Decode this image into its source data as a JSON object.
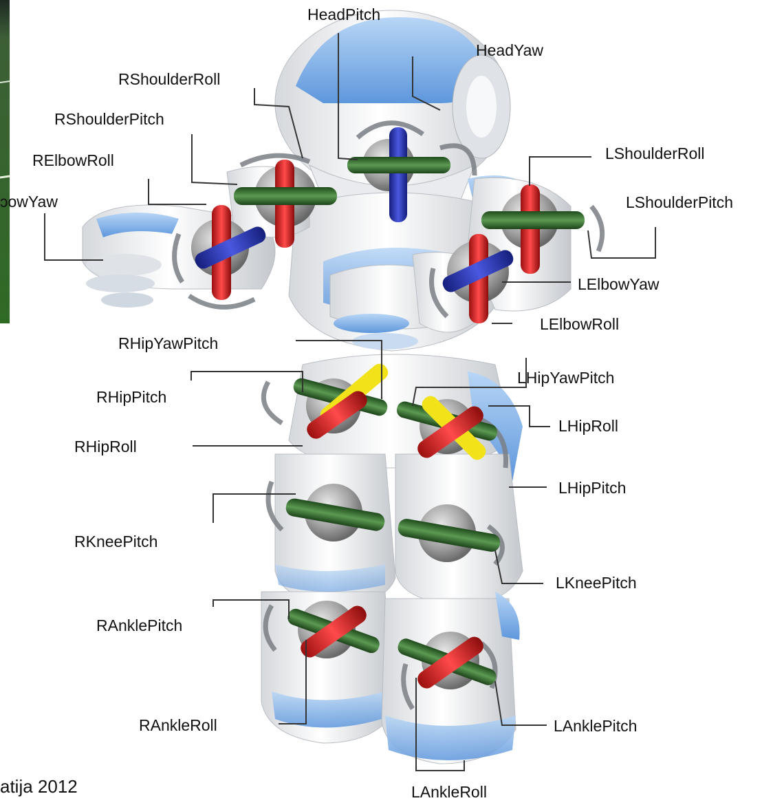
{
  "footer_text": "atija 2012",
  "joints": {
    "HeadPitch": "HeadPitch",
    "HeadYaw": "HeadYaw",
    "RShoulderRoll": "RShoulderRoll",
    "RShoulderPitch": "RShoulderPitch",
    "RElbowRoll": "RElbowRoll",
    "RElbowYaw": "ɔowYaw",
    "LShoulderRoll": "LShoulderRoll",
    "LShoulderPitch": "LShoulderPitch",
    "LElbowYaw": "LElbowYaw",
    "LElbowRoll": "LElbowRoll",
    "RHipYawPitch": "RHipYawPitch",
    "LHipYawPitch": "LHipYawPitch",
    "RHipPitch": "RHipPitch",
    "LHipRoll": "LHipRoll",
    "RHipRoll": "RHipRoll",
    "LHipPitch": "LHipPitch",
    "RKneePitch": "RKneePitch",
    "LKneePitch": "LKneePitch",
    "RAnklePitch": "RAnklePitch",
    "RAnkleRoll": "RAnkleRoll",
    "LAnklePitch": "LAnklePitch",
    "LAnkleRoll": "LAnkleRoll"
  },
  "colors": {
    "body_white": "#eef0f2",
    "body_shade": "#c9cdd2",
    "accent_blue": "#7fb0ea",
    "roll_axis": "#d81e1e",
    "pitch_axis": "#2f6b2a",
    "yaw_axis": "#2a35b8",
    "yawpitch_axis": "#f2e21a",
    "leader_line": "#333333",
    "photo_green": "#3f7d2f"
  }
}
